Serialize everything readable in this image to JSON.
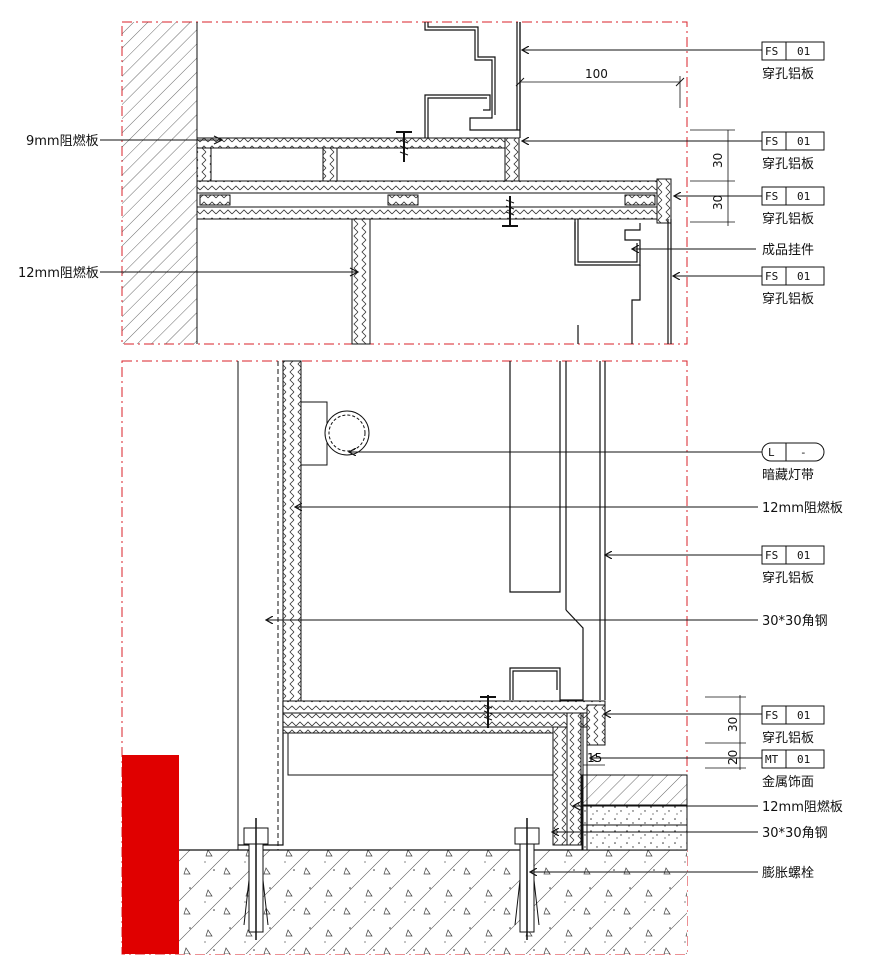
{
  "callouts": {
    "top_fs1": {
      "code": "FS",
      "num": "01",
      "text": "穿孔铝板"
    },
    "top_fs2": {
      "code": "FS",
      "num": "01",
      "text": "穿孔铝板"
    },
    "top_fs3": {
      "code": "FS",
      "num": "01",
      "text": "穿孔铝板"
    },
    "top_hanger": {
      "text": "成品挂件"
    },
    "top_fs4": {
      "code": "FS",
      "num": "01",
      "text": "穿孔铝板"
    },
    "top_left_9mm": {
      "text": "9mm阻燃板"
    },
    "top_left_12mm": {
      "text": "12mm阻燃板"
    },
    "bot_light": {
      "code": "L",
      "num": "-",
      "text": "暗藏灯带"
    },
    "bot_12mm_a": {
      "text": "12mm阻燃板"
    },
    "bot_fs1": {
      "code": "FS",
      "num": "01",
      "text": "穿孔铝板"
    },
    "bot_angle_a": {
      "text": "30*30角钢"
    },
    "bot_fs2": {
      "code": "FS",
      "num": "01",
      "text": "穿孔铝板"
    },
    "bot_mt": {
      "code": "MT",
      "num": "01",
      "text": "金属饰面"
    },
    "bot_12mm_b": {
      "text": "12mm阻燃板"
    },
    "bot_angle_b": {
      "text": "30*30角钢"
    },
    "bot_bolt": {
      "text": "膨胀螺栓"
    }
  },
  "dimensions": {
    "top_width": "100",
    "top_h1": "30",
    "top_h2": "30",
    "bot_h1": "30",
    "bot_h2": "20",
    "bot_gap": "15"
  },
  "colors": {
    "frame_dash": "#d8202a",
    "red_block": "#e00000",
    "line": "#111111"
  }
}
